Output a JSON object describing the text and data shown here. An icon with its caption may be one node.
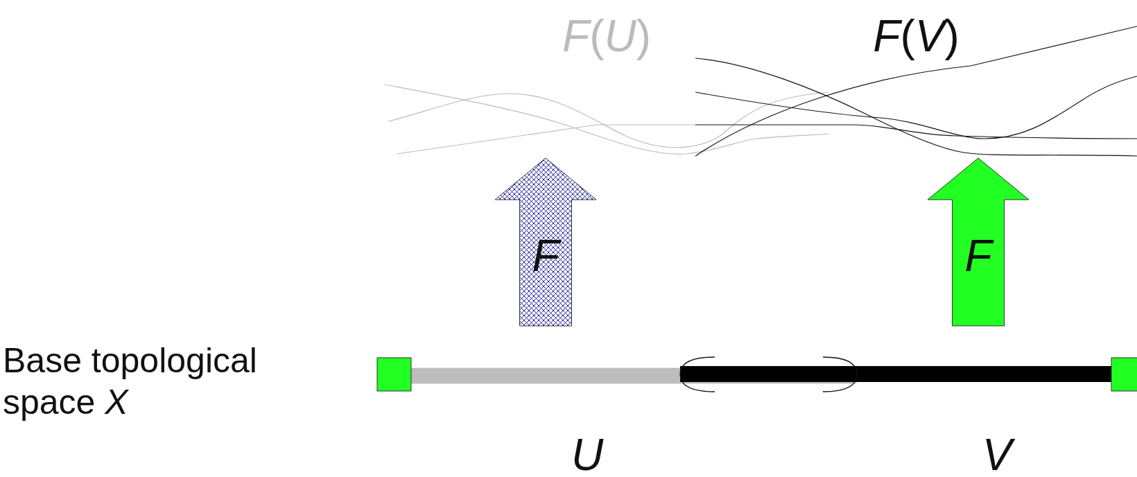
{
  "diagram": {
    "nodes": [
      {
        "text": [
          "*F*(*U*)"
        ]
      },
      {
        "text": [
          "*F*(*V*)"
        ]
      },
      {
        "text": [
          "U"
        ]
      },
      {
        "text": [
          "V"
        ]
      }
    ],
    "edges": [
      {
        "from": 2,
        "to": 0,
        "arrow": "to",
        "label": "F",
        "style": "thick",
        "color": "#1c1c9c"
      },
      {
        "from": 3,
        "to": 1,
        "arrow": "to",
        "label": "F",
        "style": "thick",
        "color": "#22ff22"
      }
    ],
    "labels": [
      "Base topological space *X*"
    ]
  }
}
